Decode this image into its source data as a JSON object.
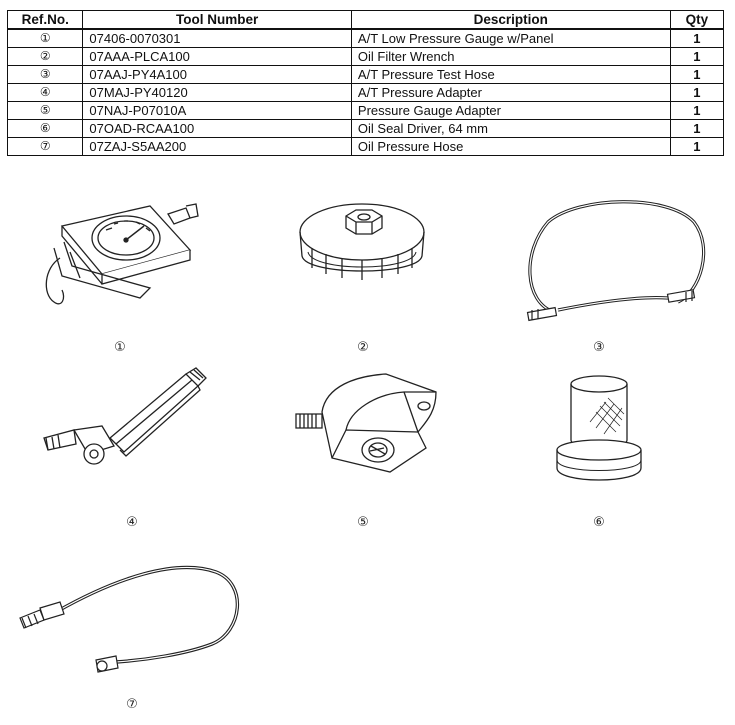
{
  "table": {
    "headers": {
      "ref": "Ref.No.",
      "tool": "Tool Number",
      "desc": "Description",
      "qty": "Qty"
    },
    "rows": [
      {
        "ref": "①",
        "tool": "07406-0070301",
        "desc": "A/T Low Pressure Gauge w/Panel",
        "qty": "1"
      },
      {
        "ref": "②",
        "tool": "07AAA-PLCA100",
        "desc": "Oil Filter Wrench",
        "qty": "1"
      },
      {
        "ref": "③",
        "tool": "07AAJ-PY4A100",
        "desc": "A/T Pressure Test Hose",
        "qty": "1"
      },
      {
        "ref": "④",
        "tool": "07MAJ-PY40120",
        "desc": "A/T Pressure Adapter",
        "qty": "1"
      },
      {
        "ref": "⑤",
        "tool": "07NAJ-P07010A",
        "desc": "Pressure Gauge Adapter",
        "qty": "1"
      },
      {
        "ref": "⑥",
        "tool": "07OAD-RCAA100",
        "desc": "Oil Seal Driver, 64 mm",
        "qty": "1"
      },
      {
        "ref": "⑦",
        "tool": "07ZAJ-S5AA200",
        "desc": "Oil Pressure Hose",
        "qty": "1"
      }
    ]
  },
  "illustrations": [
    {
      "label": "①"
    },
    {
      "label": "②"
    },
    {
      "label": "③"
    },
    {
      "label": "④"
    },
    {
      "label": "⑤"
    },
    {
      "label": "⑥"
    },
    {
      "label": "⑦"
    }
  ]
}
